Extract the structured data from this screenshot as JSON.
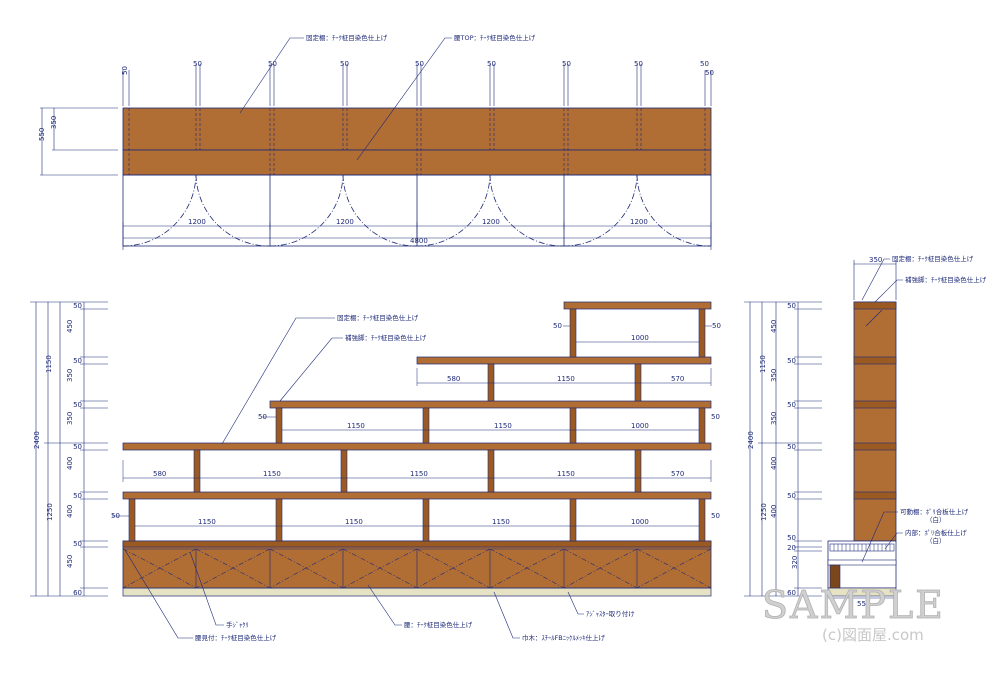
{
  "colors": {
    "wood": "#b06d34",
    "wood_dark": "#7a461c",
    "line": "#1e2a78",
    "post": "#9b5a22",
    "plinth": "#e6e2c4"
  },
  "top_view": {
    "labels": {
      "fixed_shelf": "固定棚：ﾁｰｸ柾目染色仕上げ",
      "base_top": "腰TOP：ﾁｰｸ柾目染色仕上げ"
    },
    "top_dims": [
      "50",
      "50",
      "50",
      "50",
      "50",
      "50",
      "50",
      "50",
      "50",
      "50"
    ],
    "depth_outer": "550",
    "depth_inner": "350",
    "module_dims": [
      "1200",
      "1200",
      "1200",
      "1200"
    ],
    "total_width": "4800"
  },
  "front_view": {
    "labels": {
      "fixed_shelf": "固定棚：ﾁｰｸ柾目染色仕上げ",
      "reinforcement": "補強脚：ﾁｰｸ柾目染色仕上げ",
      "handle": "手ｼﾞｬｸﾘ",
      "base_face": "腰見付：ﾁｰｸ柾目染色仕上げ",
      "base": "腰：ﾁｰｸ柾目染色仕上げ",
      "baseboard": "巾木：ｽﾁｰﾙFBﾆｯｹﾙﾒｯｷ仕上げ",
      "adjuster": "ｱｼﾞｬｽﾀｰ取り付け"
    },
    "left_dims_inner": [
      "50",
      "450",
      "50",
      "350",
      "50",
      "350",
      "50",
      "400",
      "50",
      "400",
      "50",
      "450",
      "60"
    ],
    "left_dims_mid": [
      "1150",
      "1250"
    ],
    "left_dims_total": "2400",
    "tier6": {
      "dims": [
        "1000"
      ],
      "end_dims": [
        "50",
        "50"
      ]
    },
    "tier5": {
      "dims": [
        "580",
        "1150",
        "570"
      ]
    },
    "tier4": {
      "dims": [
        "1150",
        "1150",
        "1000"
      ],
      "end_dims": [
        "50",
        "50"
      ]
    },
    "tier3": {
      "dims": [
        "580",
        "1150",
        "1150",
        "1150",
        "570"
      ]
    },
    "tier2": {
      "dims": [
        "1150",
        "1150",
        "1150",
        "1000"
      ],
      "end_dims": [
        "50",
        "50"
      ]
    }
  },
  "side_view": {
    "labels": {
      "fixed_shelf": "固定棚：ﾁｰｸ柾目染色仕上げ",
      "reinforcement": "補強脚：ﾁｰｸ柾目染色仕上げ",
      "movable_shelf": "可動棚：ﾎﾟﾘ合板仕上げ",
      "movable_shelf_sub": "（白）",
      "interior": "内部：ﾎﾟﾘ合板仕上げ",
      "interior_sub": "（白）"
    },
    "depth_dim": "350",
    "bottom_depth_dim": "550",
    "left_dims_inner": [
      "50",
      "450",
      "50",
      "350",
      "50",
      "350",
      "50",
      "400",
      "50",
      "400",
      "50",
      "20",
      "320",
      "60"
    ],
    "left_dims_mid": [
      "1150",
      "1250"
    ],
    "left_dims_total": "2400"
  },
  "watermark": {
    "main": "SAMPLE",
    "sub": "(c)図面屋.com"
  }
}
